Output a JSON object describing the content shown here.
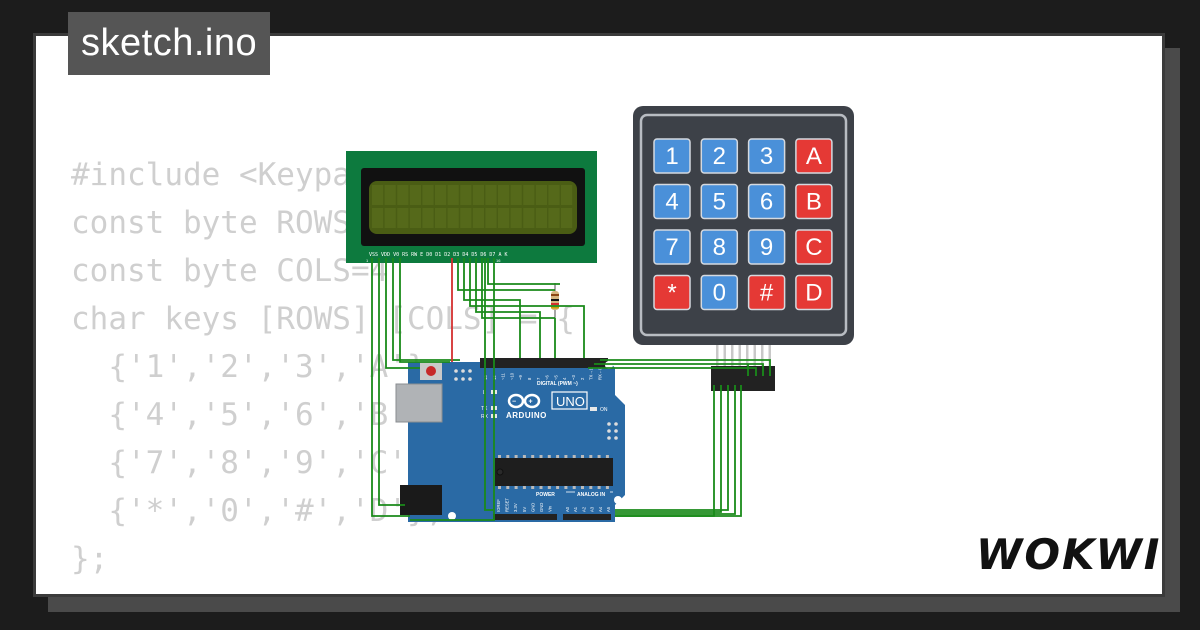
{
  "header": {
    "filename": "sketch.ino"
  },
  "code": {
    "lines": [
      "#include <Keypa",
      "const byte ROWS",
      "const byte COLS=4",
      "char keys [ROWS] [COLS] = {",
      "  {'1','2','3','A'},",
      "  {'4','5','6','B'},",
      "  {'7','8','9','C'},",
      "  {'*','0','#','D'},",
      "};"
    ]
  },
  "lcd": {
    "pin_labels": "VSS VDD V0 RS RW E D0 D1 D2 D3 D4 D5 D6 D7 A K",
    "pin_numbers": [
      "1",
      "16"
    ]
  },
  "keypad": {
    "keys": [
      [
        "1",
        "2",
        "3",
        "A"
      ],
      [
        "4",
        "5",
        "6",
        "B"
      ],
      [
        "7",
        "8",
        "9",
        "C"
      ],
      [
        "*",
        "0",
        "#",
        "D"
      ]
    ],
    "colors": {
      "numeric": "#4a90d9",
      "special": "#e53935"
    }
  },
  "arduino": {
    "brand": "ARDUINO",
    "model": "UNO",
    "labels": {
      "digital": "DIGITAL (PWM ~)",
      "power": "POWER",
      "analog": "ANALOG IN",
      "on": "ON",
      "tx": "TX",
      "rx": "RX",
      "l": "L",
      "aref": "AREF",
      "gnd": "GND",
      "digital_pins": [
        "13",
        "12",
        "~11",
        "~10",
        "~9",
        "8",
        "7",
        "~6",
        "~5",
        "4",
        "~3",
        "2",
        "TX→1",
        "RX←0"
      ],
      "power_pins": [
        "IOREF",
        "RESET",
        "3.3V",
        "5V",
        "GND",
        "GND",
        "Vin"
      ],
      "analog_pins": [
        "A0",
        "A1",
        "A2",
        "A3",
        "A4",
        "A5"
      ]
    }
  },
  "branding": {
    "logo": "WOKWI"
  },
  "colors": {
    "wire": "#1a8a1a",
    "wire_red": "#d32f2f",
    "lcd_board": "#0d7a3e",
    "arduino_board": "#2a6aa5",
    "keypad_body": "#3d4148"
  }
}
